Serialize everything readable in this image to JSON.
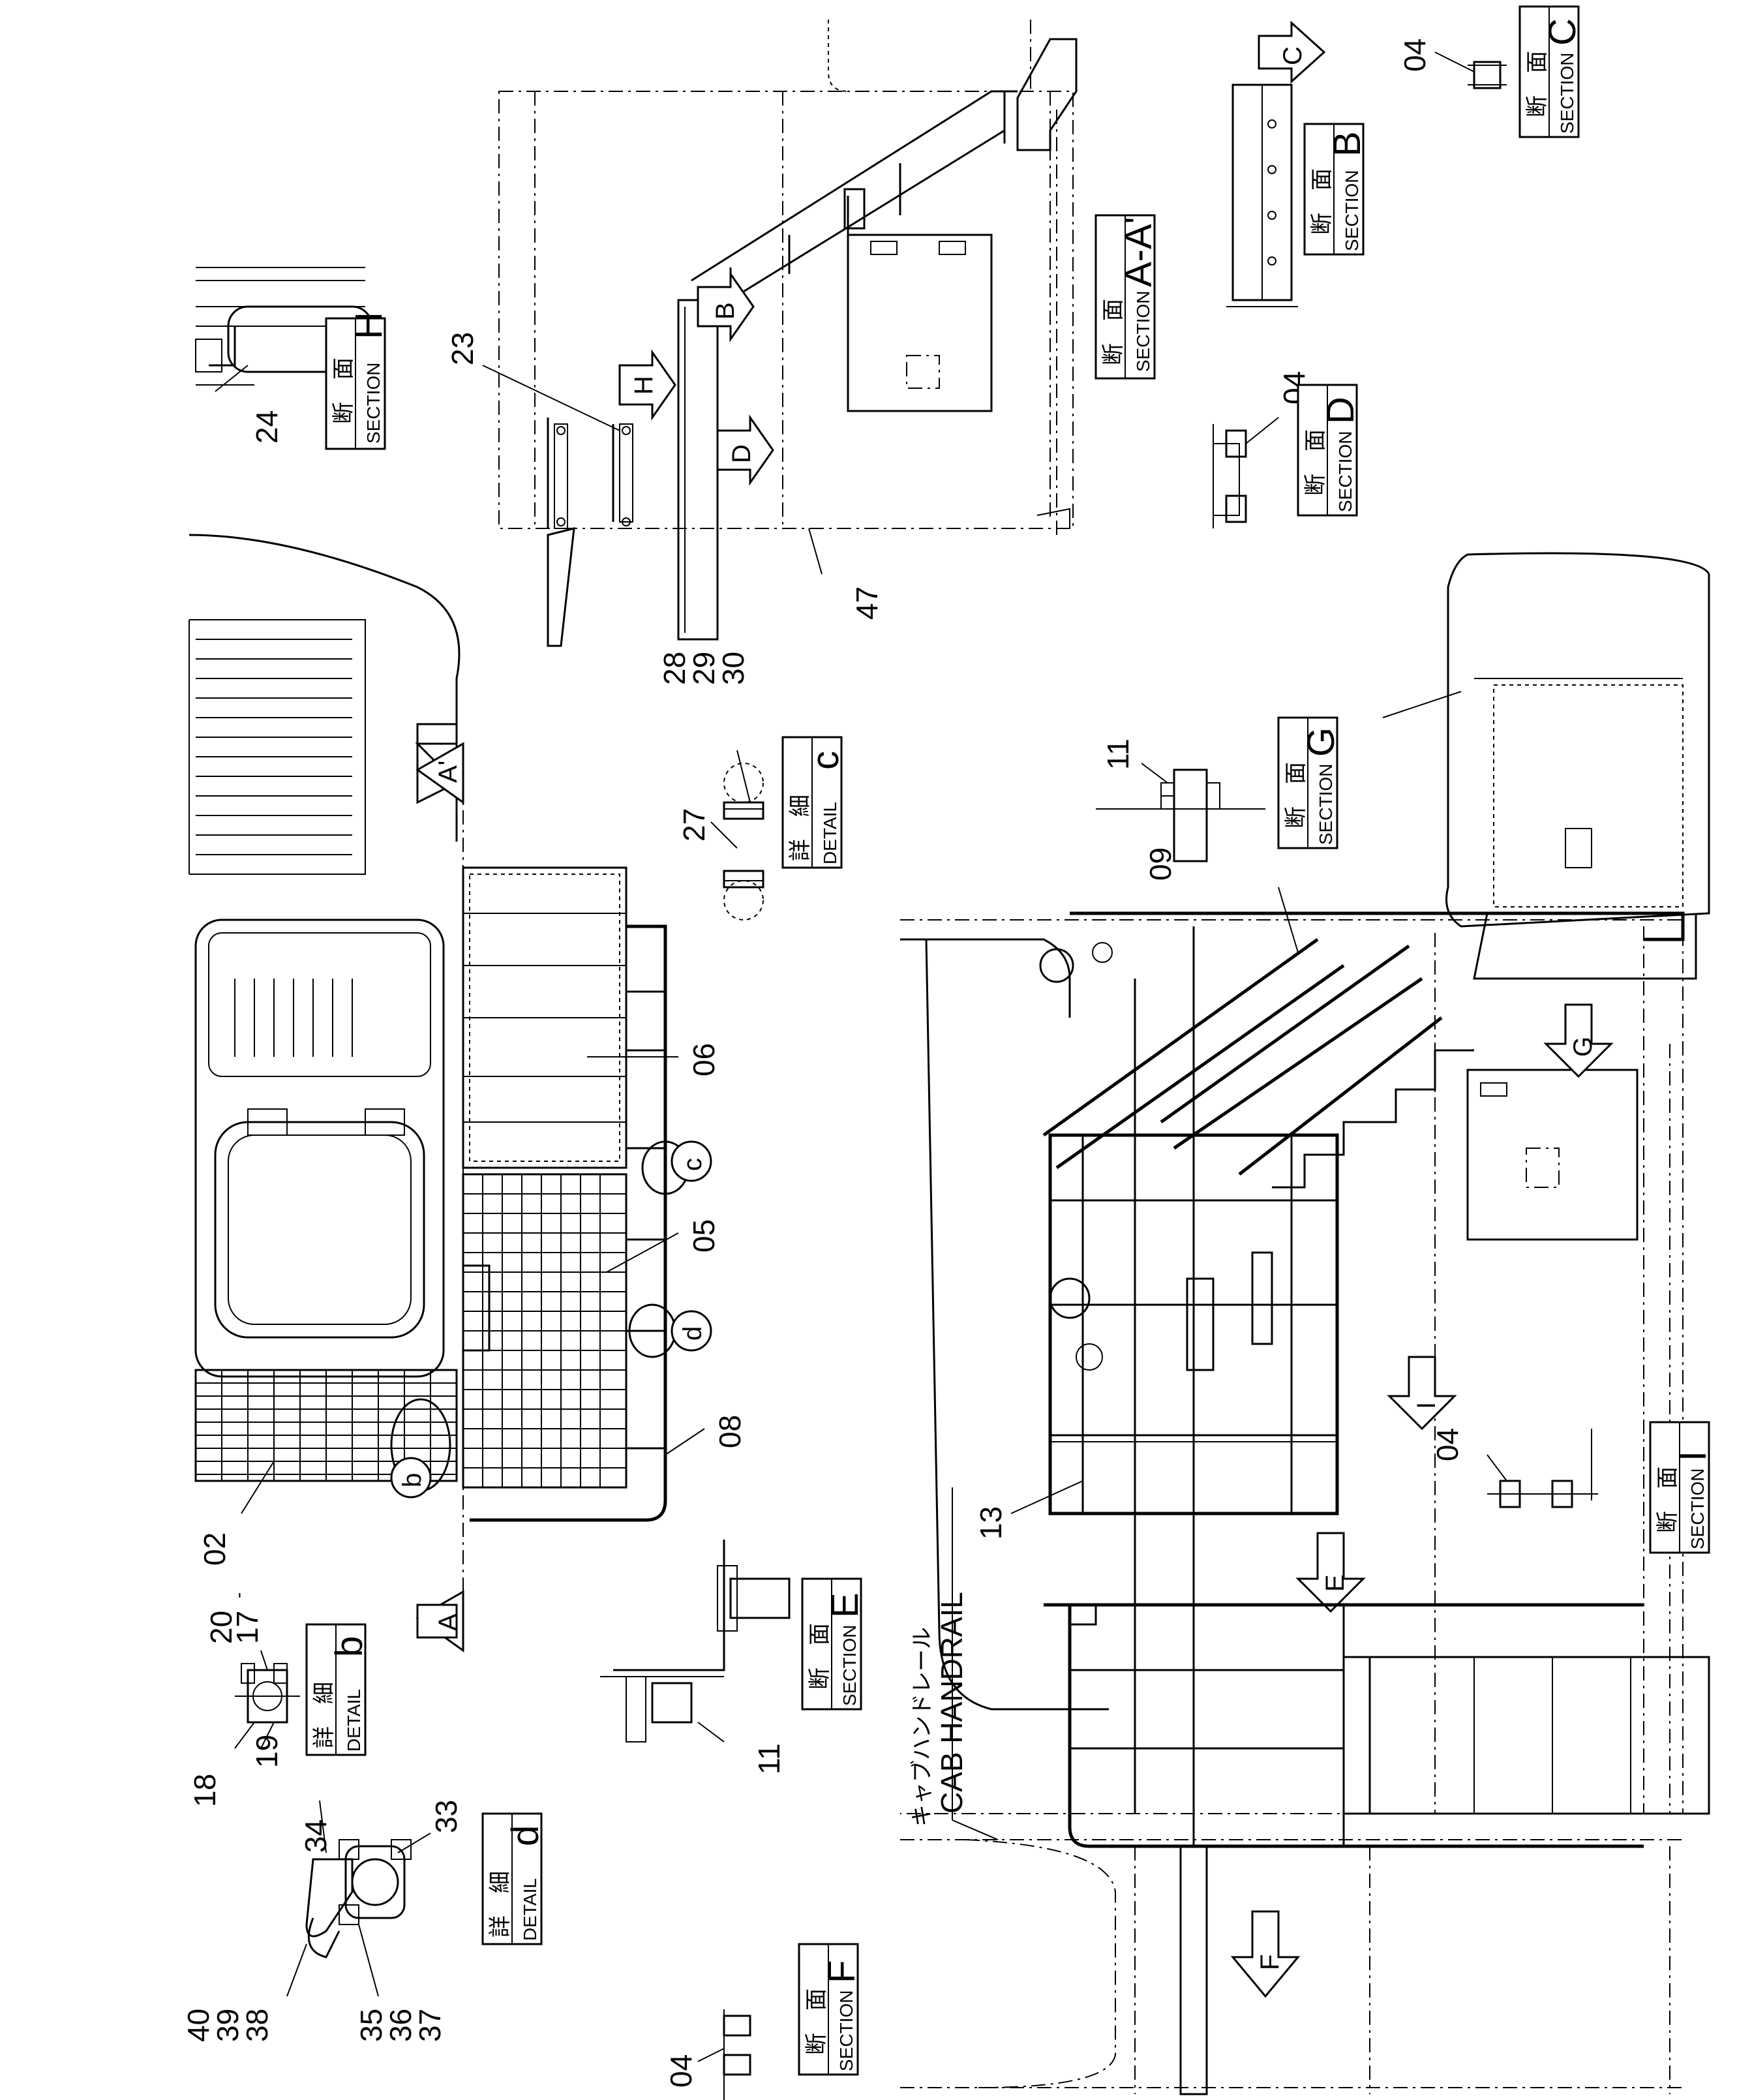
{
  "part_numbers": {
    "p02": "02",
    "p04a": "04",
    "p04b": "04",
    "p04c": "04",
    "p04d": "04",
    "p05": "05",
    "p06": "06",
    "p08": "08",
    "p09": "09",
    "p11a": "11",
    "p11b": "11",
    "p13": "13",
    "p17": "17",
    "p18": "18",
    "p19": "19",
    "p20": "20",
    "p23": "23",
    "p24": "24",
    "p27": "27",
    "p28": "28",
    "p29": "29",
    "p30": "30",
    "p33": "33",
    "p34": "34",
    "p35": "35",
    "p36": "36",
    "p37": "37",
    "p38": "38",
    "p39": "39",
    "p40": "40",
    "p47": "47",
    "range_dash": "-"
  },
  "view_arrows": {
    "A": "A",
    "A_prime": "A'",
    "B": "B",
    "C": "C",
    "D": "D",
    "E": "E",
    "F": "F",
    "G": "G",
    "H": "H",
    "I": "I",
    "b": "b",
    "c": "c",
    "d": "d"
  },
  "section_labels": {
    "jp_section": "断　面",
    "jp_detail": "詳　細",
    "en_section": "SECTION",
    "en_detail": "DETAIL",
    "sec_AA": "A-A'",
    "sec_B": "B",
    "sec_C": "C",
    "sec_D": "D",
    "sec_E": "E",
    "sec_F": "F",
    "sec_G": "G",
    "sec_H": "H",
    "sec_I": "I",
    "det_b": "b",
    "det_c": "c",
    "det_d": "d"
  },
  "cab_handrail": {
    "jp": "キャブハンドレール",
    "en": "CAB HANDRAIL"
  }
}
